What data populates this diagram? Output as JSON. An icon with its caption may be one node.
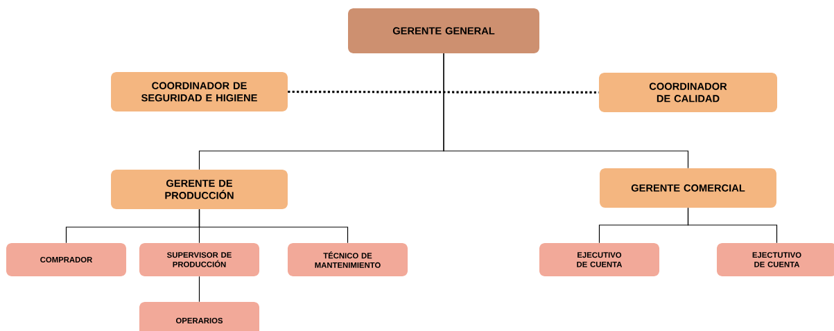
{
  "diagram": {
    "nodes": [
      {
        "text": [
          "GERENTE GENERAL"
        ]
      },
      {
        "text": [
          "COORDINADOR DE SEGURIDAD E HIGIENE"
        ]
      },
      {
        "text": [
          "COORDINADOR DE CALIDAD"
        ]
      },
      {
        "text": [
          "GERENTE DE PRODUCCIÓN"
        ]
      },
      {
        "text": [
          "GERENTE COMERCIAL"
        ]
      },
      {
        "text": [
          "COMPRADOR"
        ]
      },
      {
        "text": [
          "SUPERVISOR DE PRODUCCIÓN"
        ]
      },
      {
        "text": [
          "TÉCNICO DE MANTENIMIENTO"
        ]
      },
      {
        "text": [
          "OPERARIOS"
        ]
      },
      {
        "text": [
          "EJECUTIVO DE CUENTA"
        ]
      },
      {
        "text": [
          "EJECTUTIVO DE CUENTA"
        ]
      }
    ],
    "edges": [
      {
        "from": 1,
        "to": 2,
        "arrow": "none",
        "style": "dashed"
      },
      {
        "from": 0,
        "to": 3,
        "arrow": "none"
      },
      {
        "from": 0,
        "to": 4,
        "arrow": "none"
      },
      {
        "from": 3,
        "to": 5,
        "arrow": "none"
      },
      {
        "from": 3,
        "to": 6,
        "arrow": "none"
      },
      {
        "from": 3,
        "to": 7,
        "arrow": "none"
      },
      {
        "from": 6,
        "to": 8,
        "arrow": "none"
      },
      {
        "from": 4,
        "to": 9,
        "arrow": "none"
      },
      {
        "from": 4,
        "to": 10,
        "arrow": "none"
      }
    ]
  }
}
